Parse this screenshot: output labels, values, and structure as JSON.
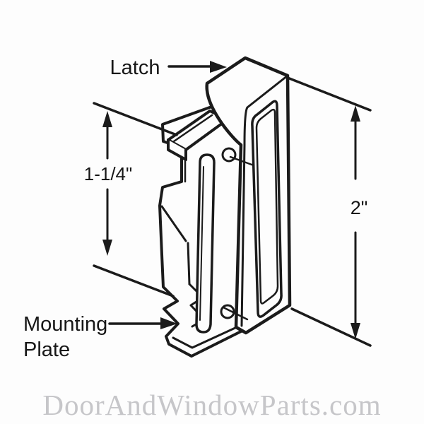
{
  "diagram": {
    "labels": {
      "latch": "Latch",
      "mounting_line1": "Mounting",
      "mounting_line2": "Plate"
    },
    "dimensions": {
      "plate_span": "1-1/4\"",
      "latch_height": "2\""
    },
    "watermark": {
      "text": "DoorAndWindowParts.com",
      "color": "#c6c6c9"
    },
    "colors": {
      "line": "#1b1b1b",
      "background": "#fdfdfd",
      "text": "#161616"
    },
    "parts": {
      "latch_body": "latch body with recessed pull",
      "mounting_plate": "serrated mounting plate",
      "screw_holes": 2
    }
  }
}
